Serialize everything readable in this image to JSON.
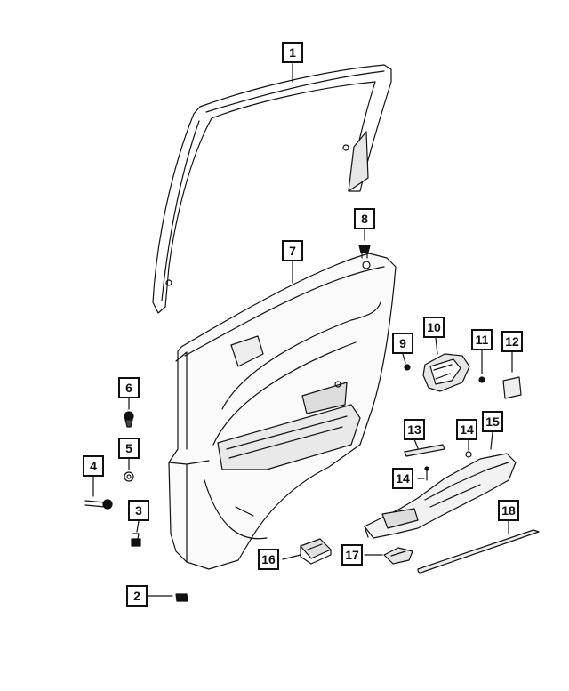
{
  "callouts": {
    "c1": "1",
    "c2": "2",
    "c3": "3",
    "c4": "4",
    "c5": "5",
    "c6": "6",
    "c7": "7",
    "c8": "8",
    "c9": "9",
    "c10": "10",
    "c11": "11",
    "c12": "12",
    "c13": "13",
    "c14a": "14",
    "c14b": "14",
    "c15": "15",
    "c16": "16",
    "c17": "17",
    "c18": "18"
  }
}
